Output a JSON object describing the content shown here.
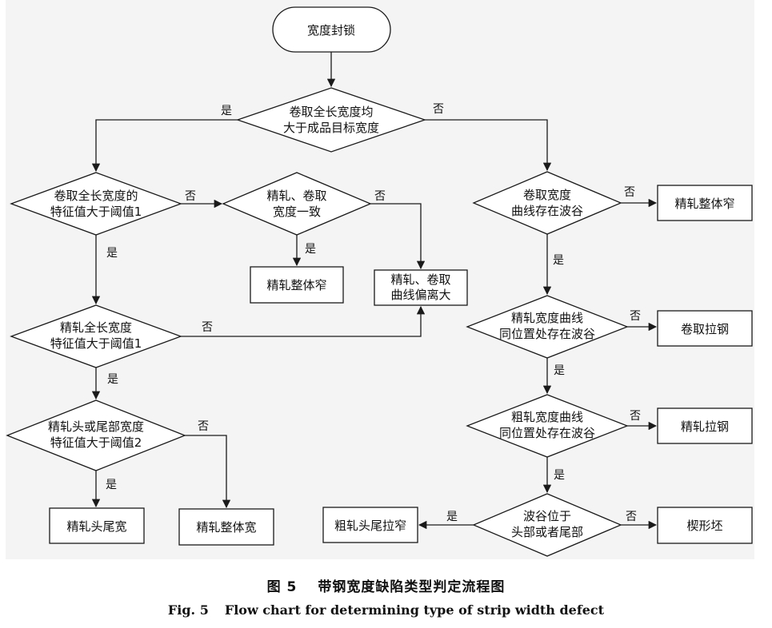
{
  "nodes": {
    "start": "宽度封锁",
    "d_overall": [
      "卷取全长宽度均",
      "大于成品目标宽度"
    ],
    "d_coil_feat": [
      "卷取全长宽度的",
      "特征值大于阈值1"
    ],
    "d_consistent": [
      "精轧、卷取",
      "宽度一致"
    ],
    "r_narrow_left": "精轧整体窄",
    "r_deviation": [
      "精轧、卷取",
      "曲线偏离大"
    ],
    "d_finish_feat": [
      "精轧全长宽度",
      "特征值大于阈值1"
    ],
    "d_headtail_feat": [
      "精轧头或尾部宽度",
      "特征值大于阈值2"
    ],
    "r_headtail_wide": "精轧头尾宽",
    "r_overall_wide": "精轧整体宽",
    "d_coil_valley": [
      "卷取宽度",
      "曲线存在波谷"
    ],
    "r_narrow_right": "精轧整体窄",
    "d_finish_valley": [
      "精轧宽度曲线",
      "同位置处存在波谷"
    ],
    "r_coil_pull": "卷取拉钢",
    "d_rough_valley": [
      "粗轧宽度曲线",
      "同位置处存在波谷"
    ],
    "r_finish_pull": "精轧拉钢",
    "d_valley_pos": [
      "波谷位于",
      "头部或者尾部"
    ],
    "r_rough_headtail": "粗轧头尾拉窄",
    "r_wedge": "楔形坯"
  },
  "labels": {
    "yes": "是",
    "no": "否"
  },
  "caption": {
    "cn_num": "图 5",
    "cn_text": "带钢宽度缺陷类型判定流程图",
    "en_num": "Fig. 5",
    "en_text": "Flow chart for determining type of strip width defect"
  },
  "colors": {
    "line": "#1a1a1a",
    "panel": "#f4f4f4",
    "fill": "#ffffff"
  }
}
